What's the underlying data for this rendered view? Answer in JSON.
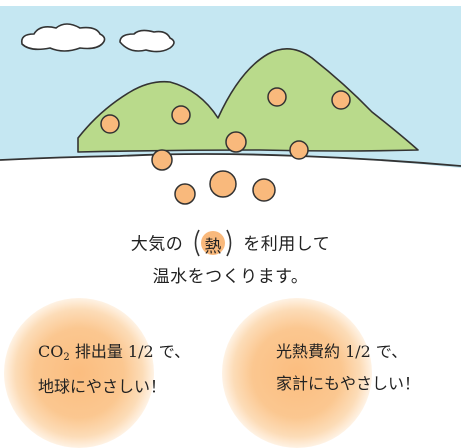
{
  "colors": {
    "sky": "#c5e7f2",
    "mountain": "#b9da8b",
    "outline": "#333333",
    "heat_circle": "#f9b97c",
    "blob": "#fbc08a",
    "cloud": "#ffffff"
  },
  "icons": {
    "heat_circle": "heat-circle-icon",
    "cloud": "cloud-icon"
  },
  "caption": {
    "line1_prefix": "大気の",
    "heat_word": "熱",
    "line1_suffix": "を利用して",
    "line2": "温水をつくります。"
  },
  "benefits": {
    "co2": {
      "co2_base": "CO",
      "co2_sub": "2",
      "line1_rest": " 排出量 1/2 で、",
      "line2": "地球にやさしい！"
    },
    "cost": {
      "line1": "光熱費約 1/2 で、",
      "line2": "家計にもやさしい！"
    }
  }
}
